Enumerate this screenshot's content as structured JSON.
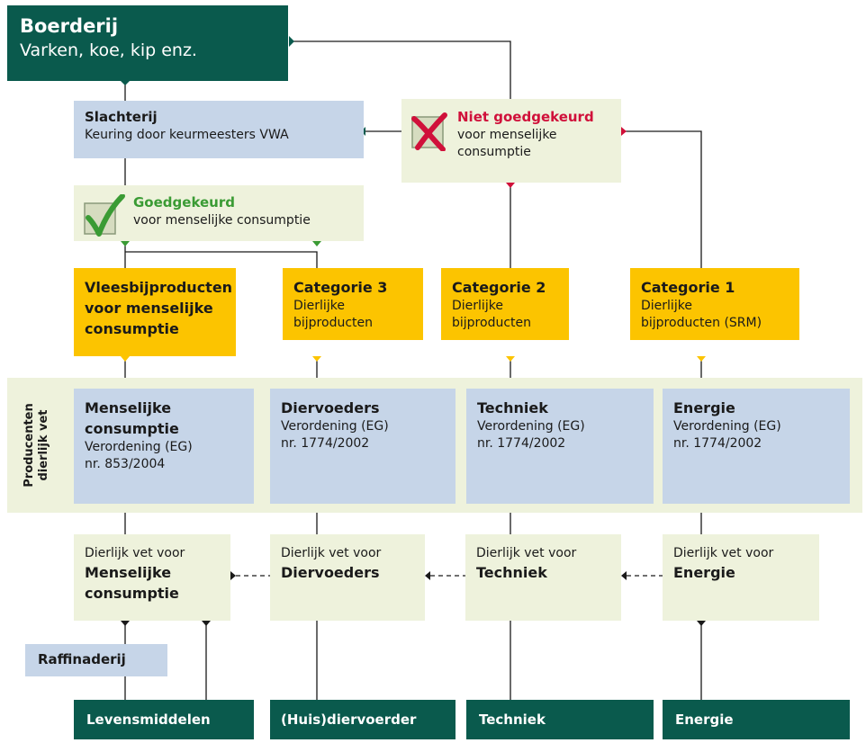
{
  "farm": {
    "title": "Boerderij",
    "subtitle": "Varken, koe, kip enz."
  },
  "slaughterhouse": {
    "title": "Slachterij",
    "subtitle": "Keuring door keurmeesters VWA"
  },
  "approved": {
    "title": "Goedgekeurd",
    "subtitle": "voor menselijke consumptie",
    "color": "#3a9b34"
  },
  "rejected": {
    "title": "Niet goedgekeurd",
    "subtitle_line1": "voor menselijke",
    "subtitle_line2": "consumptie",
    "color": "#d0103a"
  },
  "categories": [
    {
      "title_line1": "Vleesbijproducten",
      "title_line2": "voor menselijke",
      "title_line3": "consumptie"
    },
    {
      "title": "Categorie 3",
      "line1": "Dierlijke",
      "line2": "bijproducten"
    },
    {
      "title": "Categorie 2",
      "line1": "Dierlijke",
      "line2": "bijproducten"
    },
    {
      "title": "Categorie 1",
      "line1": "Dierlijke",
      "line2": "bijproducten (SRM)"
    }
  ],
  "producers_label": {
    "line1": "Producenten",
    "line2": "dierlijk vet"
  },
  "regulations": [
    {
      "title_line1": "Menselijke",
      "title_line2": "consumptie",
      "line1": "Verordening (EG)",
      "line2": "nr. 853/2004"
    },
    {
      "title": "Diervoeders",
      "line1": "Verordening (EG)",
      "line2": "nr. 1774/2002"
    },
    {
      "title": "Techniek",
      "line1": "Verordening (EG)",
      "line2": "nr. 1774/2002"
    },
    {
      "title": "Energie",
      "line1": "Verordening (EG)",
      "line2": "nr. 1774/2002"
    }
  ],
  "fats": [
    {
      "prefix": "Dierlijk vet voor",
      "title_line1": "Menselijke",
      "title_line2": "consumptie"
    },
    {
      "prefix": "Dierlijk vet voor",
      "title": "Diervoeders"
    },
    {
      "prefix": "Dierlijk vet voor",
      "title": "Techniek"
    },
    {
      "prefix": "Dierlijk vet voor",
      "title": "Energie"
    }
  ],
  "refinery": {
    "title": "Raffinaderij"
  },
  "outputs": [
    "Levensmiddelen",
    "(Huis)diervoerder",
    "Techniek",
    "Energie"
  ],
  "colors": {
    "dark_green": "#0a5a4d",
    "blue": "#c6d5e8",
    "pale": "#eef2dc",
    "yellow": "#fcc400"
  }
}
